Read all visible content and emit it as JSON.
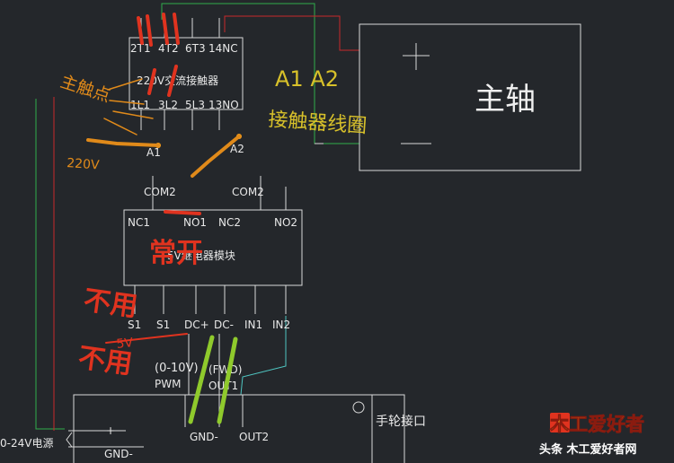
{
  "colors": {
    "background": "#24272b",
    "wire": "#d8d8d8",
    "wire_green": "#2fae4b",
    "wire_red": "#c8282b",
    "wire_cyan": "#4fc6c2",
    "annot_red": "#e0331f",
    "annot_orange": "#e08a1a",
    "annot_yellow": "#d8c12a",
    "annot_green": "#8fca2c",
    "node": "#f29a1b"
  },
  "contactor": {
    "label": "220V交流接触器",
    "top_pins": [
      "2T1",
      "4T2",
      "6T3",
      "14NC"
    ],
    "bottom_pins": [
      "1L1",
      "3L2",
      "5L3",
      "13NO"
    ],
    "coil_a1": "A1",
    "coil_a2": "A2"
  },
  "spindle": {
    "label": "主轴"
  },
  "relay": {
    "label": "5V继电器模块",
    "com1": "COM2",
    "com2": "COM2",
    "nc1": "NC1",
    "no1": "NO1",
    "nc2": "NC2",
    "no2": "NO2",
    "bottom_pins": [
      "S1",
      "S1",
      "DC+",
      "DC-",
      "IN1",
      "IN2"
    ]
  },
  "controller": {
    "pwm_range": "(0-10V)",
    "pwm": "PWM",
    "fwd": "(FWD)",
    "out1": "OUT1",
    "gnd": "GND-",
    "out2": "OUT2",
    "handwheel": "手轮接口",
    "power": "0-24V电源",
    "power_gnd": "GND-",
    "plus": "+"
  },
  "annotations": {
    "main_contact": "主触点",
    "v220": "220V",
    "a1a2": "A1 A2",
    "coil": "接触器线圈",
    "normally_open": "常开",
    "ignore1": "不用",
    "ignore2": "不用",
    "v5": "5V"
  },
  "watermark": {
    "brand": "木工爱好者",
    "credit": "头条  木工爱好者网"
  }
}
